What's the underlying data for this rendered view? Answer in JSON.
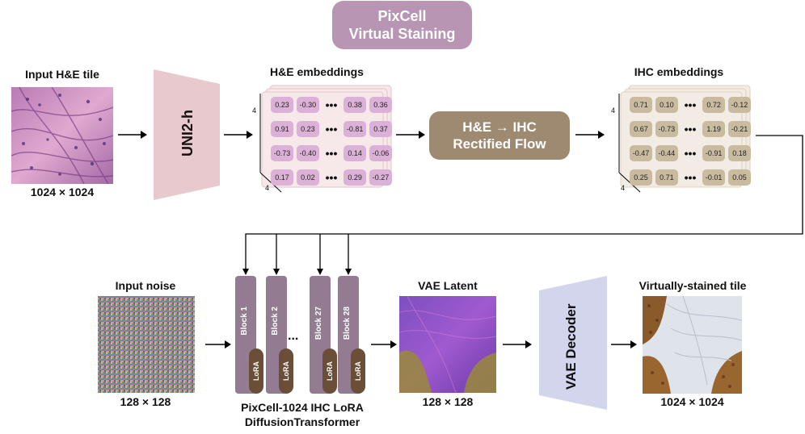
{
  "title": {
    "line1": "PixCell",
    "line2": "Virtual Staining"
  },
  "input_tile": {
    "label": "Input H&E tile",
    "size": "1024 × 1024"
  },
  "encoder": {
    "label": "UNI2-h"
  },
  "he_embeddings": {
    "label": "H&E embeddings",
    "dim_a": "4",
    "dim_b": "4",
    "rows": [
      [
        "0.23",
        "-0.30",
        "0.38",
        "0.36"
      ],
      [
        "0.91",
        "0.23",
        "-0.81",
        "0.37"
      ],
      [
        "-0.73",
        "-0.40",
        "0.14",
        "-0.06"
      ],
      [
        "0.17",
        "0.02",
        "0.29",
        "-0.27"
      ]
    ]
  },
  "flow": {
    "line1": "H&E → IHC",
    "line2": "Rectified Flow"
  },
  "ihc_embeddings": {
    "label": "IHC embeddings",
    "dim_a": "4",
    "dim_b": "4",
    "rows": [
      [
        "0.71",
        "0.10",
        "0.72",
        "-0.12"
      ],
      [
        "0.67",
        "-0.73",
        "1.19",
        "-0.21"
      ],
      [
        "-0.47",
        "-0.44",
        "-0.91",
        "0.18"
      ],
      [
        "0.25",
        "0.71",
        "-0.01",
        "0.05"
      ]
    ]
  },
  "noise": {
    "label": "Input noise",
    "size": "128 × 128"
  },
  "blocks": [
    {
      "label": "Block 1",
      "lora": "LoRA"
    },
    {
      "label": "Block 2",
      "lora": "LoRA"
    },
    {
      "label": "Block 27",
      "lora": "LoRA"
    },
    {
      "label": "Block 28",
      "lora": "LoRA"
    }
  ],
  "blocks_ellipsis": "...",
  "transformer": {
    "line1": "PixCell-1024 IHC LoRA",
    "line2": "DiffusionTransformer"
  },
  "latent": {
    "label": "VAE Latent",
    "size": "128 × 128"
  },
  "decoder": {
    "label": "VAE Decoder"
  },
  "output_tile": {
    "label": "Virtually-stained tile",
    "size": "1024 × 1024"
  },
  "colors": {
    "title_pill": "#b795b3",
    "flow_pill": "#9d8a70",
    "encoder": "#e8c9cd",
    "decoder": "#d3d5ec",
    "block": "#937b92",
    "lora": "#6a4e38",
    "he_cell": "#dcb1d8",
    "ihc_cell": "#c9bb9f",
    "he_card": "#f7e8e9",
    "ihc_card": "#f3ece4"
  }
}
